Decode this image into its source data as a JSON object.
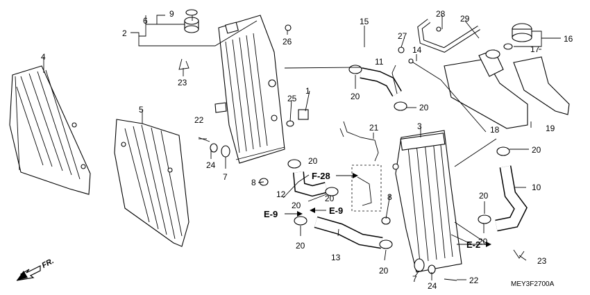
{
  "callouts": [
    {
      "id": "c1",
      "text": "1"
    },
    {
      "id": "c2",
      "text": "2"
    },
    {
      "id": "c3",
      "text": "3"
    },
    {
      "id": "c4",
      "text": "4"
    },
    {
      "id": "c5",
      "text": "5"
    },
    {
      "id": "c6",
      "text": "6"
    },
    {
      "id": "c7a",
      "text": "7"
    },
    {
      "id": "c7b",
      "text": "7"
    },
    {
      "id": "c8a",
      "text": "8"
    },
    {
      "id": "c8b",
      "text": "8"
    },
    {
      "id": "c9",
      "text": "9"
    },
    {
      "id": "c10",
      "text": "10"
    },
    {
      "id": "c11",
      "text": "11"
    },
    {
      "id": "c12",
      "text": "12"
    },
    {
      "id": "c13",
      "text": "13"
    },
    {
      "id": "c14",
      "text": "14"
    },
    {
      "id": "c15",
      "text": "15"
    },
    {
      "id": "c16",
      "text": "16"
    },
    {
      "id": "c17",
      "text": "17"
    },
    {
      "id": "c18",
      "text": "18"
    },
    {
      "id": "c19",
      "text": "19"
    },
    {
      "id": "c20a",
      "text": "20"
    },
    {
      "id": "c20b",
      "text": "20"
    },
    {
      "id": "c20c",
      "text": "20"
    },
    {
      "id": "c20d",
      "text": "20"
    },
    {
      "id": "c20e",
      "text": "20"
    },
    {
      "id": "c20f",
      "text": "20"
    },
    {
      "id": "c20g",
      "text": "20"
    },
    {
      "id": "c20h",
      "text": "20"
    },
    {
      "id": "c20i",
      "text": "20"
    },
    {
      "id": "c20j",
      "text": "20"
    },
    {
      "id": "c21",
      "text": "21"
    },
    {
      "id": "c22a",
      "text": "22"
    },
    {
      "id": "c22b",
      "text": "22"
    },
    {
      "id": "c23a",
      "text": "23"
    },
    {
      "id": "c23b",
      "text": "23"
    },
    {
      "id": "c24a",
      "text": "24"
    },
    {
      "id": "c24b",
      "text": "24"
    },
    {
      "id": "c25",
      "text": "25"
    },
    {
      "id": "c26",
      "text": "26"
    },
    {
      "id": "c27",
      "text": "27"
    },
    {
      "id": "c28",
      "text": "28"
    },
    {
      "id": "c29",
      "text": "29"
    }
  ],
  "references": [
    {
      "id": "r1",
      "text": "F-28"
    },
    {
      "id": "r2",
      "text": "E-9"
    },
    {
      "id": "r3",
      "text": "E-9"
    },
    {
      "id": "r4",
      "text": "E-2"
    }
  ],
  "front_label": "FR.",
  "diagram_code": "MEY3F2700A"
}
